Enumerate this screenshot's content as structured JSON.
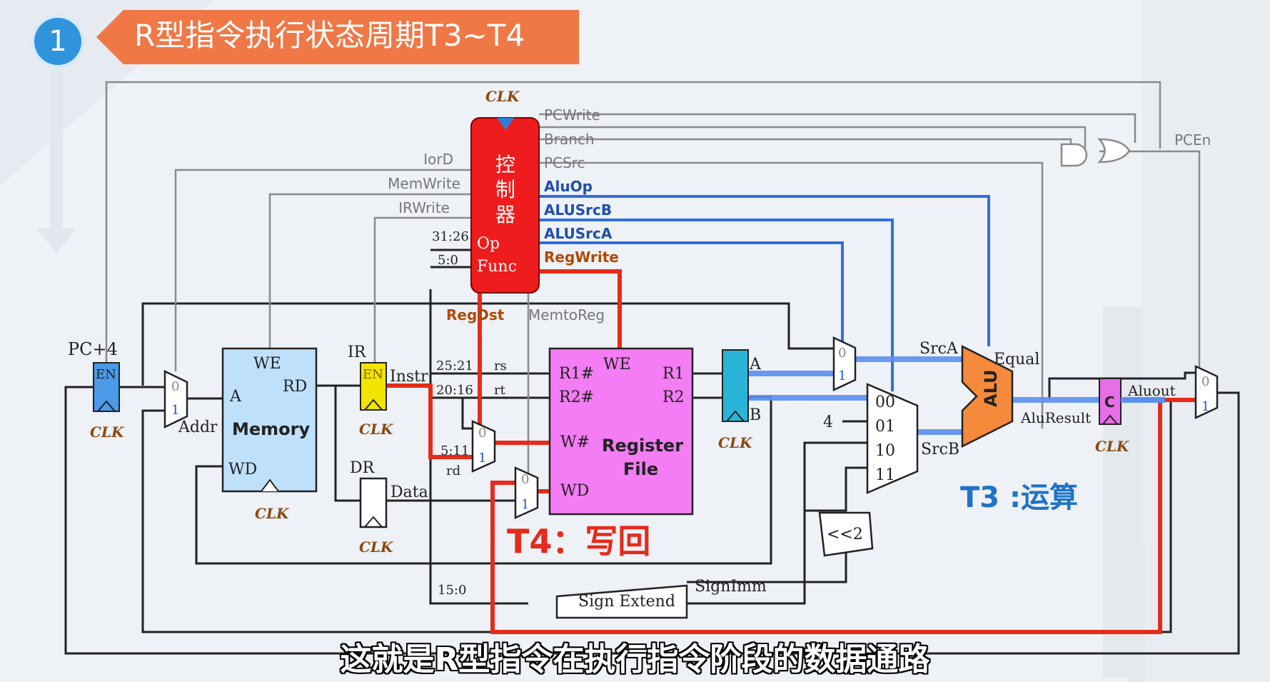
{
  "slide": {
    "number": "1",
    "title": "R型指令执行状态周期T3~T4",
    "subtitle": "这就是R型指令在执行指令阶段的数据通路"
  },
  "colors": {
    "banner": "#f07746",
    "badge": "#2f94dc",
    "controller": "#ee1c1c",
    "register_file": "#f47cf4",
    "memory": "#bfe0fb",
    "alu": "#f58a3c",
    "blue_path": "#2f6fde",
    "red_path": "#e52b1a",
    "wire": "#222222",
    "control_gray": "#8a8a8a"
  },
  "controller": {
    "label_chars": [
      "控",
      "制",
      "器"
    ],
    "op": "Op",
    "func": "Func",
    "clk": "CLK"
  },
  "control_signals": {
    "pcwrite": "PCWrite",
    "branch": "Branch",
    "pcsrc": "PCSrc",
    "aluop": "AluOp",
    "alusrcb": "ALUSrcB",
    "alusrca": "ALUSrcA",
    "regwrite": "RegWrite",
    "iord": "IorD",
    "memwrite": "MemWrite",
    "irwrite": "IRWrite",
    "regdst": "RegDst",
    "memtoreg": "MemtoReg",
    "pcen": "PCEn"
  },
  "pc": {
    "label": "PC+4",
    "en": "EN",
    "clk": "CLK"
  },
  "addr_mux": {
    "in0": "0",
    "in1": "1",
    "label": "Addr"
  },
  "memory": {
    "we": "WE",
    "a": "A",
    "rd": "RD",
    "title": "Memory",
    "wd": "WD",
    "clk": "CLK"
  },
  "ir": {
    "label": "IR",
    "en": "EN",
    "instr": "Instr",
    "clk": "CLK"
  },
  "dr": {
    "label": "DR",
    "data": "Data",
    "clk": "CLK"
  },
  "fields": {
    "f3126": "31:26",
    "f50": "5:0",
    "f2521": "25:21",
    "f2016": "20:16",
    "f1511": "5:11",
    "f150": "15:0",
    "rs": "rs",
    "rt": "rt",
    "rd": "rd"
  },
  "regdst_mux": {
    "in0": "0",
    "in1": "1"
  },
  "memtoreg_mux": {
    "in0": "0",
    "in1": "1"
  },
  "register_file": {
    "we": "WE",
    "r1n": "R1#",
    "r2n": "R2#",
    "r1": "R1",
    "r2": "R2",
    "wn": "W#",
    "wd": "WD",
    "title1": "Register",
    "title2": "File"
  },
  "ab_reg": {
    "a": "A",
    "b": "B",
    "clk": "CLK"
  },
  "srca_mux": {
    "in0": "0",
    "in1": "1"
  },
  "srcb_mux": {
    "in00": "00",
    "in01": "01",
    "in10": "10",
    "in11": "11",
    "const4": "4"
  },
  "alu": {
    "label": "ALU",
    "srca": "SrcA",
    "srcb": "SrcB",
    "equal": "Equal",
    "result": "AluResult"
  },
  "c_reg": {
    "label": "C",
    "out": "Aluout",
    "clk": "CLK"
  },
  "pc_mux": {
    "in0": "0",
    "in1": "1"
  },
  "shift": {
    "label": "<<2"
  },
  "sign_extend": {
    "label": "Sign Extend",
    "out": "SignImm"
  },
  "phases": {
    "t3": "T3 :运算",
    "t4": "T4：写回"
  }
}
